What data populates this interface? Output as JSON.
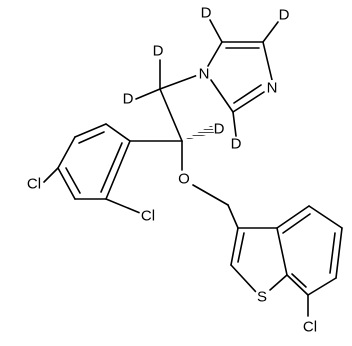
{
  "molecule": {
    "atoms": {
      "d_imid4": "D",
      "d_imid5": "D",
      "d_ch2_top": "D",
      "d_ch2_left": "D",
      "n_imid1": "N",
      "n_imid3": "N",
      "d_imid2": "D",
      "d_chiral": "D",
      "cl_para": "Cl",
      "cl_ortho": "Cl",
      "o_ether": "O",
      "s_thiophene": "S",
      "cl_benzothiophene": "Cl"
    }
  }
}
